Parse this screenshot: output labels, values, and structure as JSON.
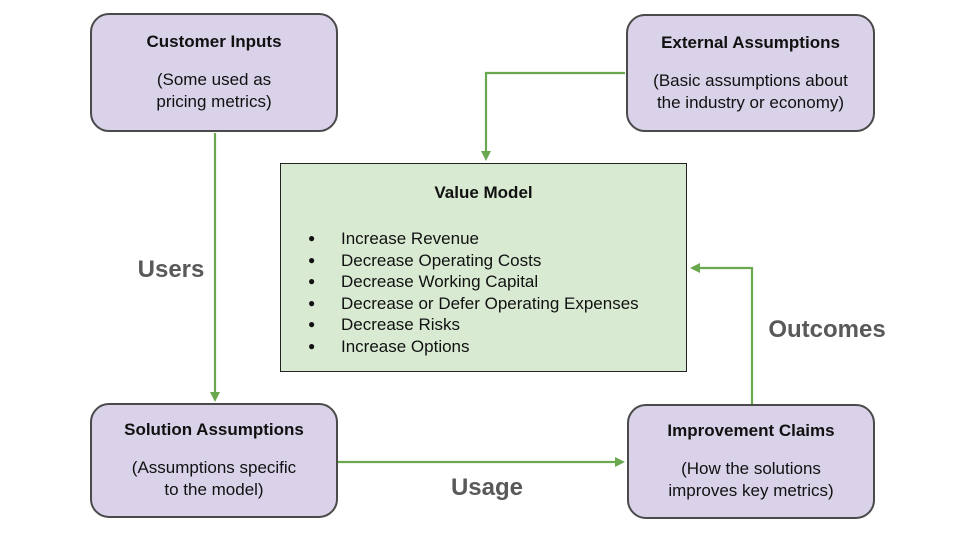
{
  "diagram": {
    "nodes": {
      "customer_inputs": {
        "title": "Customer Inputs",
        "subtitle": "(Some used as\npricing metrics)"
      },
      "external_assumptions": {
        "title": "External Assumptions",
        "subtitle": "(Basic assumptions about\nthe industry or economy)"
      },
      "solution_assumptions": {
        "title": "Solution Assumptions",
        "subtitle": "(Assumptions specific\nto the model)"
      },
      "improvement_claims": {
        "title": "Improvement Claims",
        "subtitle": "(How the solutions\nimproves key metrics)"
      },
      "value_model": {
        "title": "Value Model",
        "items": [
          "Increase Revenue",
          "Decrease Operating Costs",
          "Decrease Working Capital",
          "Decrease or Defer Operating Expenses",
          "Decrease Risks",
          "Increase Options"
        ]
      }
    },
    "edge_labels": {
      "users": "Users",
      "usage": "Usage",
      "outcomes": "Outcomes"
    },
    "colors": {
      "purple_fill": "#d9d2e9",
      "purple_border": "#4a4a4a",
      "green_fill": "#d9ead3",
      "green_border": "#222222",
      "arrow_green": "#6aa84f",
      "edge_label_gray": "#595959"
    }
  }
}
